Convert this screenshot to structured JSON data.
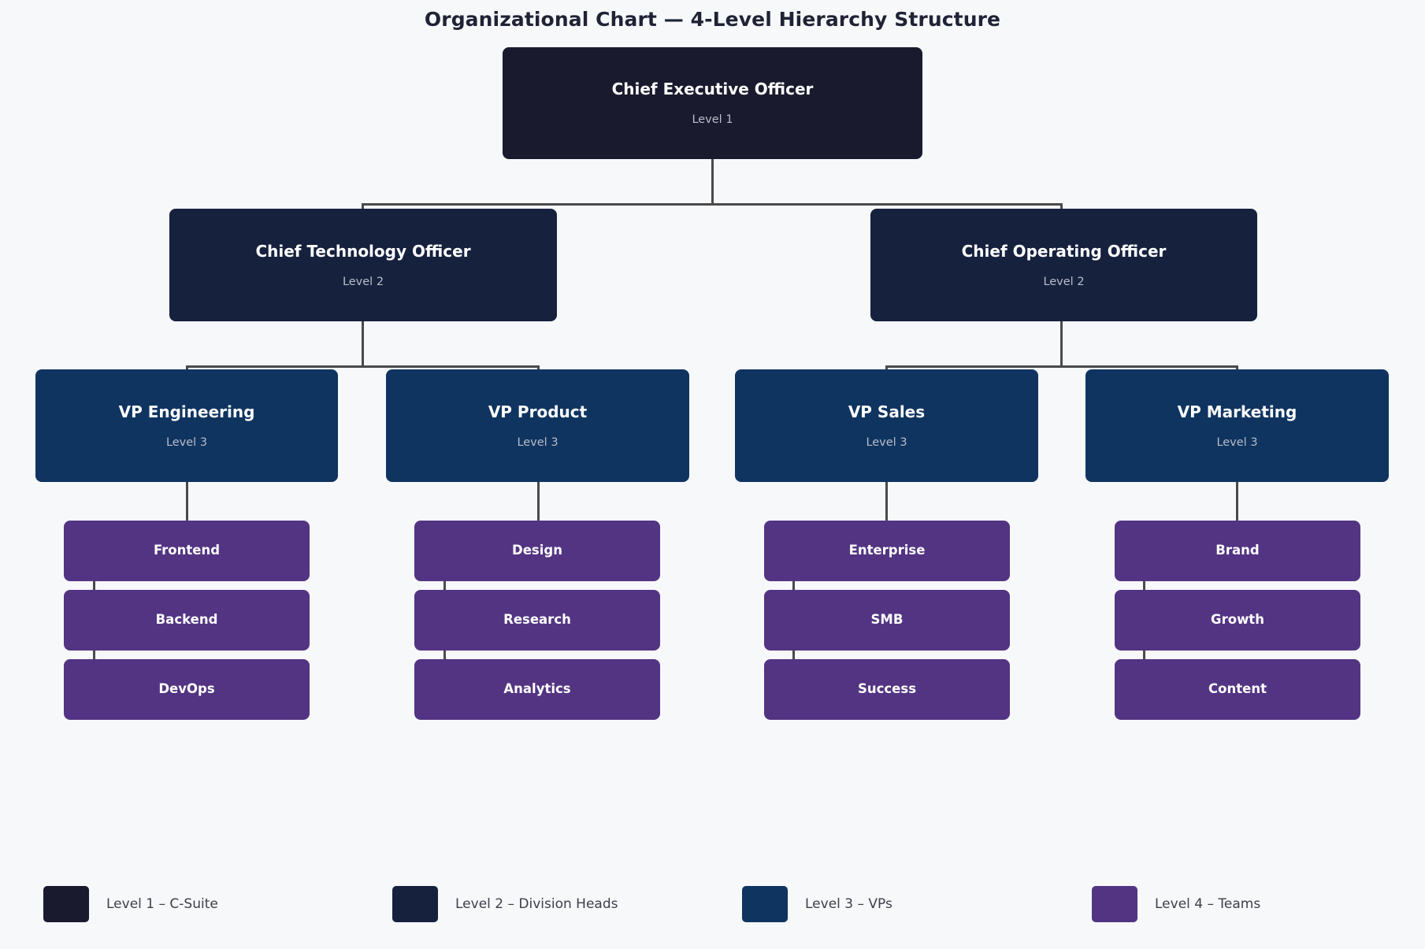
{
  "title": "Organizational Chart — 4-Level Hierarchy Structure",
  "colors": {
    "background": "#f7f8fa",
    "connector": "#4a4a4a",
    "level1": "#1a1a2e",
    "level2": "#16213e",
    "level3": "#0f3460",
    "level4": "#533483",
    "title_text": "#1f2335",
    "node_text": "#ffffff",
    "node_sub_text": "#b9bdc9",
    "legend_text": "#3b3f4a"
  },
  "chart_data": {
    "type": "diagram",
    "subtype": "org-chart-tree",
    "title": "Organizational Chart — 4-Level Hierarchy Structure",
    "levels": 4,
    "nodes": [
      {
        "id": "ceo",
        "label": "Chief Executive Officer",
        "sublabel": "Level 1",
        "level": 1,
        "parent": null
      },
      {
        "id": "cto",
        "label": "Chief Technology Officer",
        "sublabel": "Level 2",
        "level": 2,
        "parent": "ceo"
      },
      {
        "id": "coo",
        "label": "Chief Operating Officer",
        "sublabel": "Level 2",
        "level": 2,
        "parent": "ceo"
      },
      {
        "id": "vp-eng",
        "label": "VP Engineering",
        "sublabel": "Level 3",
        "level": 3,
        "parent": "cto"
      },
      {
        "id": "vp-prod",
        "label": "VP Product",
        "sublabel": "Level 3",
        "level": 3,
        "parent": "cto"
      },
      {
        "id": "vp-sales",
        "label": "VP Sales",
        "sublabel": "Level 3",
        "level": 3,
        "parent": "coo"
      },
      {
        "id": "vp-mkt",
        "label": "VP Marketing",
        "sublabel": "Level 3",
        "level": 3,
        "parent": "coo"
      },
      {
        "id": "frontend",
        "label": "Frontend",
        "sublabel": "",
        "level": 4,
        "parent": "vp-eng"
      },
      {
        "id": "backend",
        "label": "Backend",
        "sublabel": "",
        "level": 4,
        "parent": "vp-eng"
      },
      {
        "id": "devops",
        "label": "DevOps",
        "sublabel": "",
        "level": 4,
        "parent": "vp-eng"
      },
      {
        "id": "design",
        "label": "Design",
        "sublabel": "",
        "level": 4,
        "parent": "vp-prod"
      },
      {
        "id": "research",
        "label": "Research",
        "sublabel": "",
        "level": 4,
        "parent": "vp-prod"
      },
      {
        "id": "analytics",
        "label": "Analytics",
        "sublabel": "",
        "level": 4,
        "parent": "vp-prod"
      },
      {
        "id": "enterprise",
        "label": "Enterprise",
        "sublabel": "",
        "level": 4,
        "parent": "vp-sales"
      },
      {
        "id": "smb",
        "label": "SMB",
        "sublabel": "",
        "level": 4,
        "parent": "vp-sales"
      },
      {
        "id": "success",
        "label": "Success",
        "sublabel": "",
        "level": 4,
        "parent": "vp-sales"
      },
      {
        "id": "brand",
        "label": "Brand",
        "sublabel": "",
        "level": 4,
        "parent": "vp-mkt"
      },
      {
        "id": "growth",
        "label": "Growth",
        "sublabel": "",
        "level": 4,
        "parent": "vp-mkt"
      },
      {
        "id": "content",
        "label": "Content",
        "sublabel": "",
        "level": 4,
        "parent": "vp-mkt"
      }
    ],
    "legend": [
      {
        "color": "#1a1a2e",
        "label": "Level 1 – C-Suite"
      },
      {
        "color": "#16213e",
        "label": "Level 2 – Division Heads"
      },
      {
        "color": "#0f3460",
        "label": "Level 3 – VPs"
      },
      {
        "color": "#533483",
        "label": "Level 4 – Teams"
      }
    ]
  },
  "nodes": {
    "ceo": {
      "title": "Chief Executive Officer",
      "sub": "Level 1"
    },
    "cto": {
      "title": "Chief Technology Officer",
      "sub": "Level 2"
    },
    "coo": {
      "title": "Chief Operating Officer",
      "sub": "Level 2"
    },
    "vp_eng": {
      "title": "VP Engineering",
      "sub": "Level 3"
    },
    "vp_prod": {
      "title": "VP Product",
      "sub": "Level 3"
    },
    "vp_sales": {
      "title": "VP Sales",
      "sub": "Level 3"
    },
    "vp_mkt": {
      "title": "VP Marketing",
      "sub": "Level 3"
    },
    "frontend": {
      "title": "Frontend"
    },
    "backend": {
      "title": "Backend"
    },
    "devops": {
      "title": "DevOps"
    },
    "design": {
      "title": "Design"
    },
    "research": {
      "title": "Research"
    },
    "analytics": {
      "title": "Analytics"
    },
    "enterprise": {
      "title": "Enterprise"
    },
    "smb": {
      "title": "SMB"
    },
    "success": {
      "title": "Success"
    },
    "brand": {
      "title": "Brand"
    },
    "growth": {
      "title": "Growth"
    },
    "content": {
      "title": "Content"
    }
  },
  "legend": {
    "items": [
      {
        "label": "Level 1 – C-Suite"
      },
      {
        "label": "Level 2 – Division Heads"
      },
      {
        "label": "Level 3 – VPs"
      },
      {
        "label": "Level 4 – Teams"
      }
    ]
  }
}
